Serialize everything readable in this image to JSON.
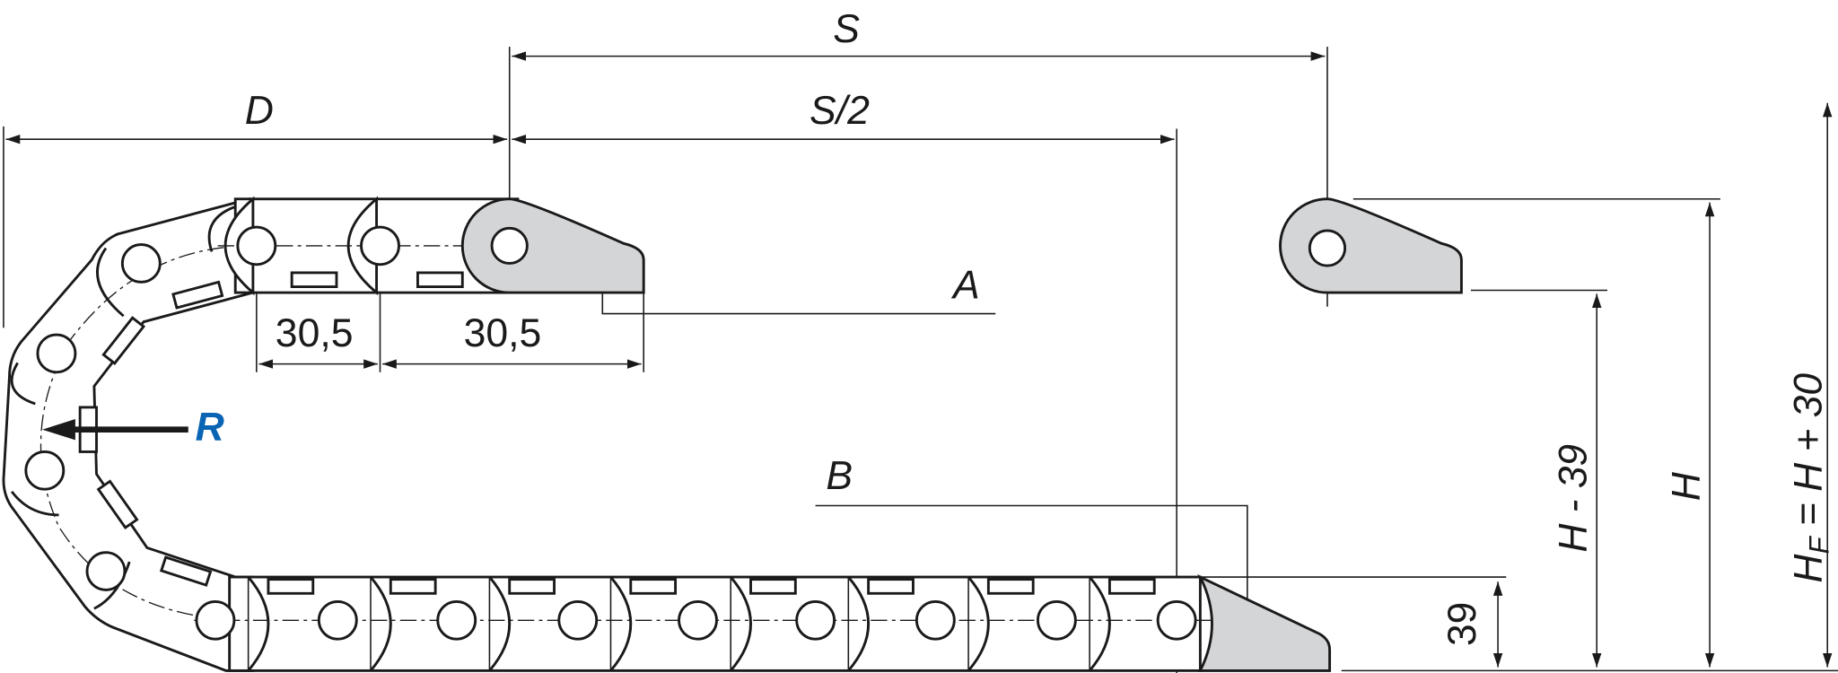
{
  "labels": {
    "S": "S",
    "D": "D",
    "S_half": "S/2",
    "pitch_1": "30,5",
    "pitch_2": "30,5",
    "A": "A",
    "B": "B",
    "R": "R",
    "h39": "39",
    "H_minus": "H - 39",
    "H": "H",
    "HF_base": "H",
    "HF_sub": "F",
    "HF_rest": " = H + 30"
  },
  "colors": {
    "bracket_fill": "#d4d5d7",
    "radius_label": "#0a64b4",
    "line": "#1a1a1a"
  }
}
